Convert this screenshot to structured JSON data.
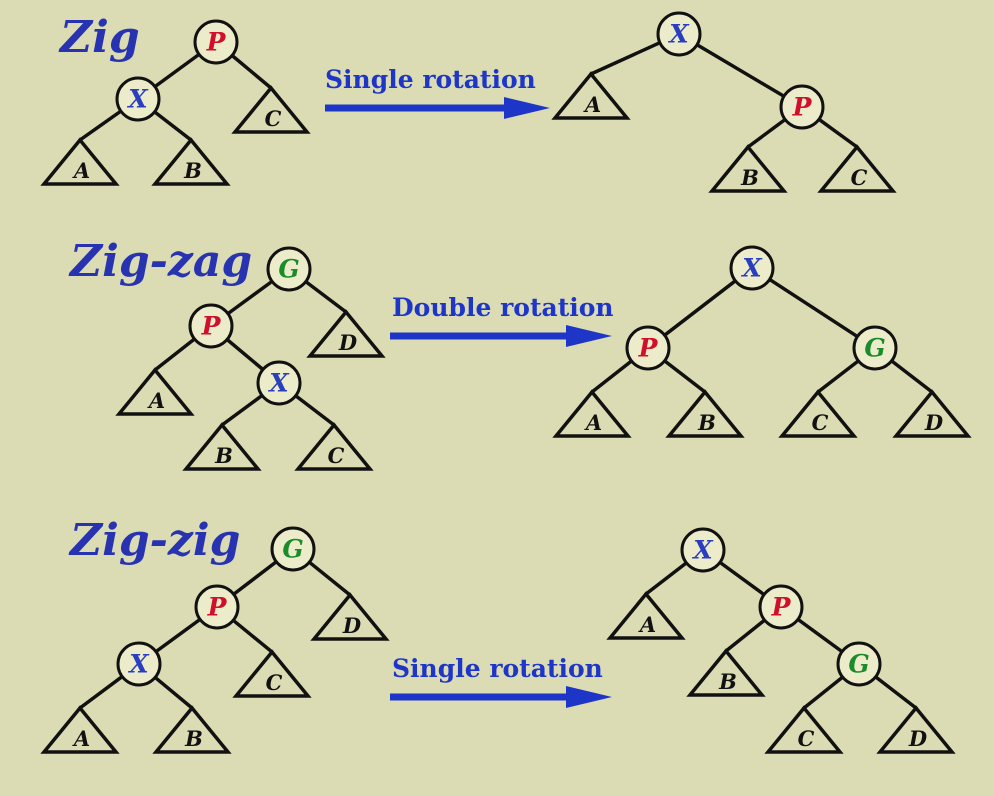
{
  "colors": {
    "background": "#dcdcb4",
    "node_fill": "#ececcb",
    "stroke": "#111111",
    "title": "#2733b0",
    "arrow": "#1e36c8",
    "x_node": "#2a3fbf",
    "p_node": "#d0102a",
    "g_node": "#1a8c2a"
  },
  "cases": [
    {
      "id": "zig",
      "title": "Zig",
      "arrow_label": "Single rotation",
      "before": {
        "nodes": [
          {
            "id": "p",
            "label": "P",
            "role": "p"
          },
          {
            "id": "x",
            "label": "X",
            "role": "x"
          }
        ],
        "subtrees": [
          "A",
          "B",
          "C"
        ]
      },
      "after": {
        "nodes": [
          {
            "id": "x",
            "label": "X",
            "role": "x"
          },
          {
            "id": "p",
            "label": "P",
            "role": "p"
          }
        ],
        "subtrees": [
          "A",
          "B",
          "C"
        ]
      }
    },
    {
      "id": "zig-zag",
      "title": "Zig-zag",
      "arrow_label": "Double rotation",
      "before": {
        "nodes": [
          {
            "id": "g",
            "label": "G",
            "role": "g"
          },
          {
            "id": "p",
            "label": "P",
            "role": "p"
          },
          {
            "id": "x",
            "label": "X",
            "role": "x"
          }
        ],
        "subtrees": [
          "A",
          "B",
          "C",
          "D"
        ]
      },
      "after": {
        "nodes": [
          {
            "id": "x",
            "label": "X",
            "role": "x"
          },
          {
            "id": "p",
            "label": "P",
            "role": "p"
          },
          {
            "id": "g",
            "label": "G",
            "role": "g"
          }
        ],
        "subtrees": [
          "A",
          "B",
          "C",
          "D"
        ]
      }
    },
    {
      "id": "zig-zig",
      "title": "Zig-zig",
      "arrow_label": "Single rotation",
      "before": {
        "nodes": [
          {
            "id": "g",
            "label": "G",
            "role": "g"
          },
          {
            "id": "p",
            "label": "P",
            "role": "p"
          },
          {
            "id": "x",
            "label": "X",
            "role": "x"
          }
        ],
        "subtrees": [
          "A",
          "B",
          "C",
          "D"
        ]
      },
      "after": {
        "nodes": [
          {
            "id": "x",
            "label": "X",
            "role": "x"
          },
          {
            "id": "p",
            "label": "P",
            "role": "p"
          },
          {
            "id": "g",
            "label": "G",
            "role": "g"
          }
        ],
        "subtrees": [
          "A",
          "B",
          "C",
          "D"
        ]
      }
    }
  ]
}
